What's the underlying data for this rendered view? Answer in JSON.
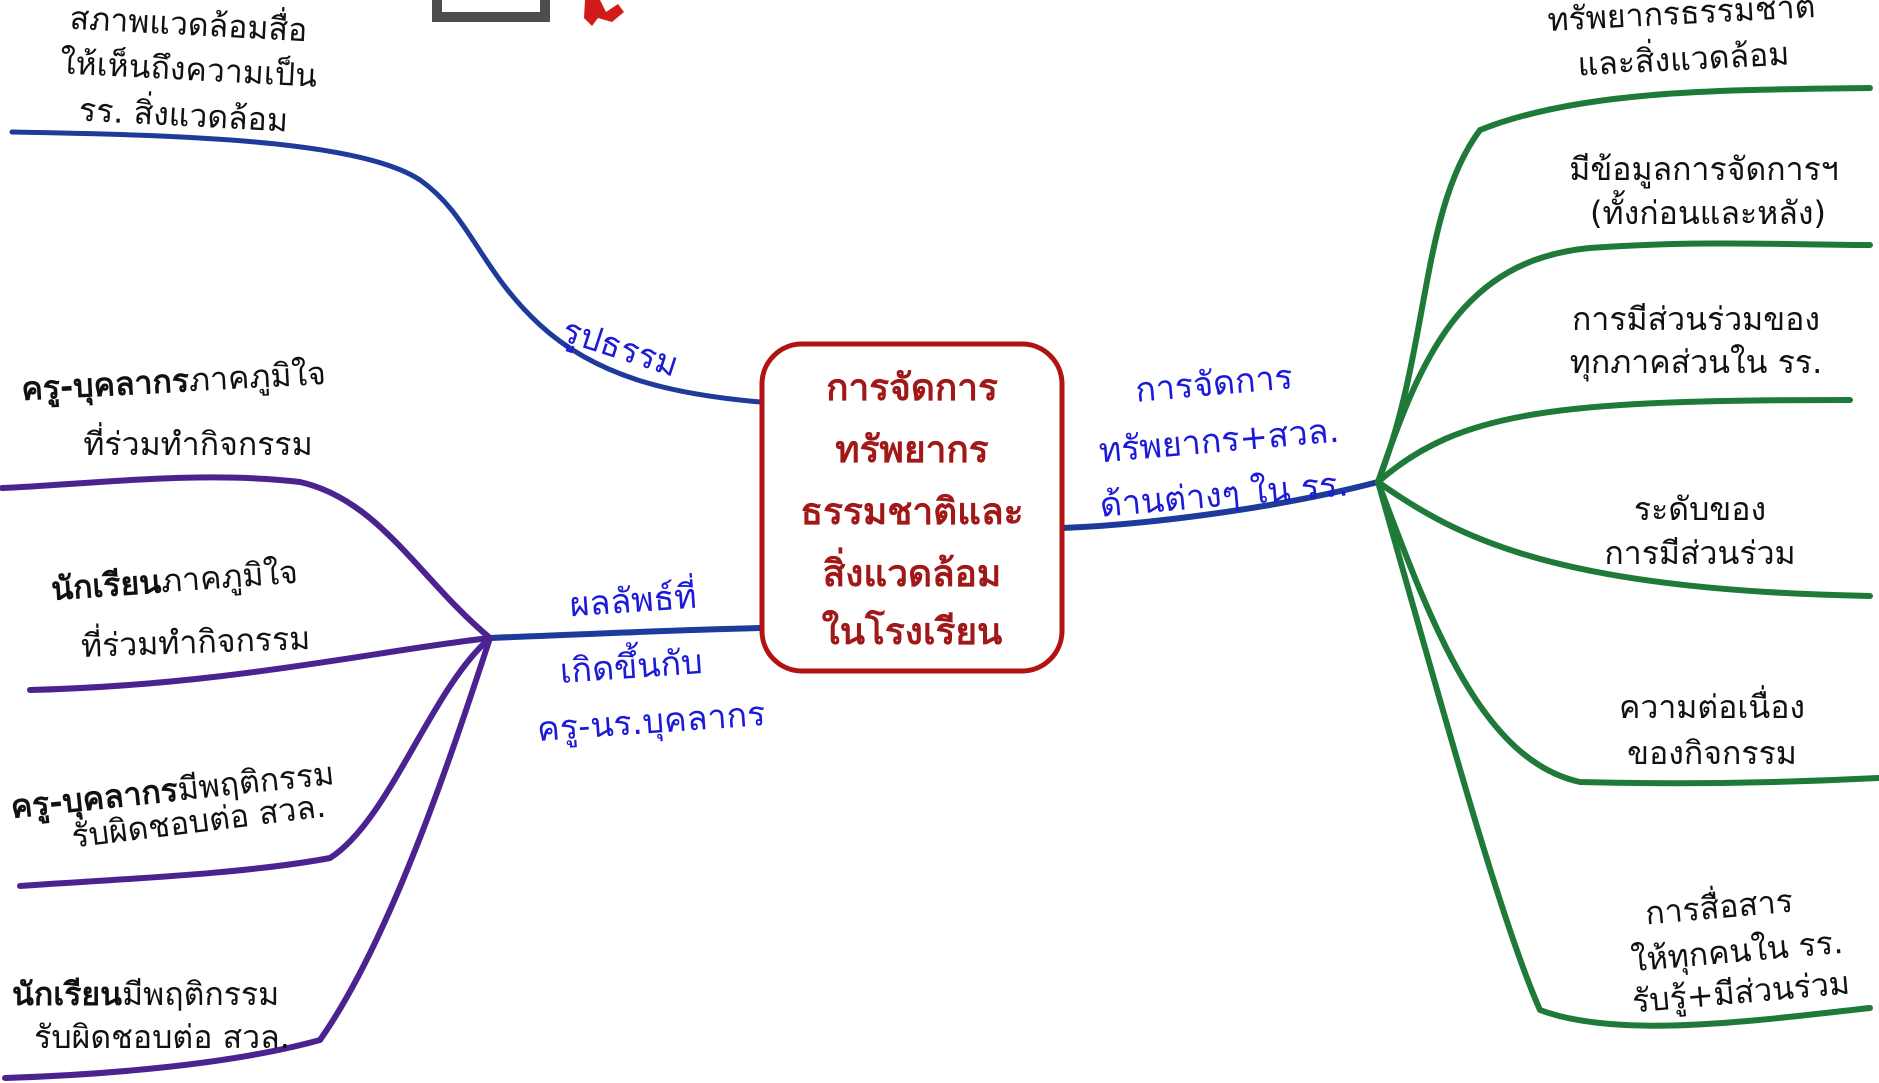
{
  "colors": {
    "blue_branch": "#1e3a9a",
    "purple_branch": "#4b2391",
    "green_branch": "#1f7a3a",
    "center_text": "#a11818",
    "center_border": "#b31212",
    "blue_label": "#1a1ad8"
  },
  "center": {
    "lines": [
      "การจัดการ",
      "ทรัพยากร",
      "ธรรมชาติและ",
      "สิ่งแวดล้อม",
      "ในโรงเรียน"
    ]
  },
  "main_branches": {
    "physical": {
      "label": "รูปธรรม"
    },
    "outcomes": {
      "label_lines": [
        "ผลลัพธ์ที่",
        "เกิดขึ้นกับ",
        "ครู-นร.บุคลากร"
      ]
    },
    "management": {
      "label_lines": [
        "การจัดการ",
        "ทรัพยากร+สวล.",
        "ด้านต่างๆ ใน รร."
      ]
    }
  },
  "top_left_leaf": {
    "lines": [
      "สภาพแวดล้อมสื่อ",
      "ให้เห็นถึงความเป็น",
      "รร. สิ่งแวดล้อม"
    ]
  },
  "left_leaves": [
    {
      "bold": "ครู-บุคลากร",
      "rest": "ภาคภูมิใจ",
      "line2": "ที่ร่วมทำกิจกรรม"
    },
    {
      "bold": "นักเรียน",
      "rest": "ภาคภูมิใจ",
      "line2": "ที่ร่วมทำกิจกรรม"
    },
    {
      "bold": "ครู-บุคลากร",
      "rest": "มีพฤติกรรม",
      "line2": "รับผิดชอบต่อ สวล."
    },
    {
      "bold": "นักเรียน",
      "rest": "มีพฤติกรรม",
      "line2": "รับผิดชอบต่อ สวล."
    }
  ],
  "right_leaves": [
    {
      "lines": [
        "ทรัพยากรธรรมชาติ",
        "และสิ่งแวดล้อม"
      ]
    },
    {
      "lines": [
        "มีข้อมูลการจัดการฯ",
        "(ทั้งก่อนและหลัง)"
      ]
    },
    {
      "lines": [
        "การมีส่วนร่วมของ",
        "ทุกภาคส่วนใน รร."
      ]
    },
    {
      "lines": [
        "ระดับของ",
        "การมีส่วนร่วม"
      ]
    },
    {
      "lines": [
        "ความต่อเนื่อง",
        "ของกิจกรรม"
      ]
    },
    {
      "lines": [
        "การสื่อสาร",
        "ให้ทุกคนใน รร.",
        "รับรู้+มีส่วนร่วม"
      ]
    }
  ]
}
